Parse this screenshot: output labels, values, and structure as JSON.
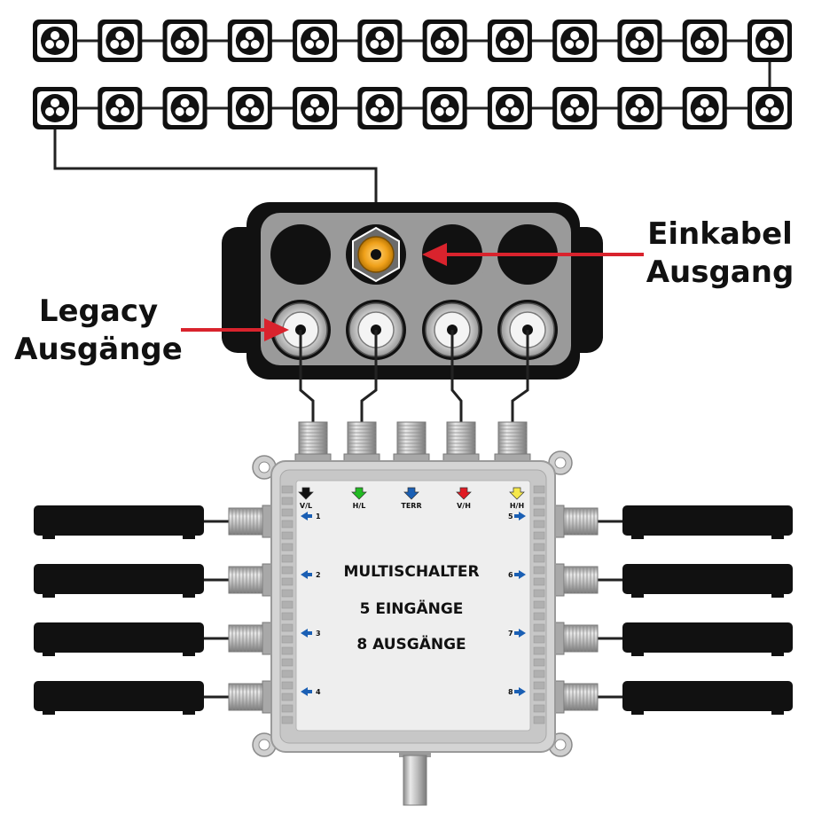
{
  "labels": {
    "einkabel_line1": "Einkabel",
    "einkabel_line2": "Ausgang",
    "legacy_line1": "Legacy",
    "legacy_line2": "Ausgänge"
  },
  "multiswitch": {
    "title_line1": "MULTISCHALTER",
    "title_line2": "5 EINGÄNGE",
    "title_line3": "8 AUSGÄNGE",
    "inputs": [
      {
        "label": "V/L",
        "color": "#111111"
      },
      {
        "label": "H/L",
        "color": "#22bb22"
      },
      {
        "label": "TERR",
        "color": "#1a5fb4"
      },
      {
        "label": "V/H",
        "color": "#e01b24"
      },
      {
        "label": "H/H",
        "color": "#f6e84a"
      }
    ],
    "outputs_left": [
      "1",
      "2",
      "3",
      "4"
    ],
    "outputs_right": [
      "5",
      "6",
      "7",
      "8"
    ]
  },
  "colors": {
    "cable": "#222222",
    "arrow": "#d9232d",
    "lnb_body": "#111111",
    "einkabel_connector": "#f0a11a",
    "legacy_connector": "#e6e6e6",
    "housing": "#dcdcdc",
    "panel": "#eeeeee",
    "port_arrow": "#1a5fb4"
  },
  "sockets": {
    "row1_count": 12,
    "row2_count": 12
  }
}
